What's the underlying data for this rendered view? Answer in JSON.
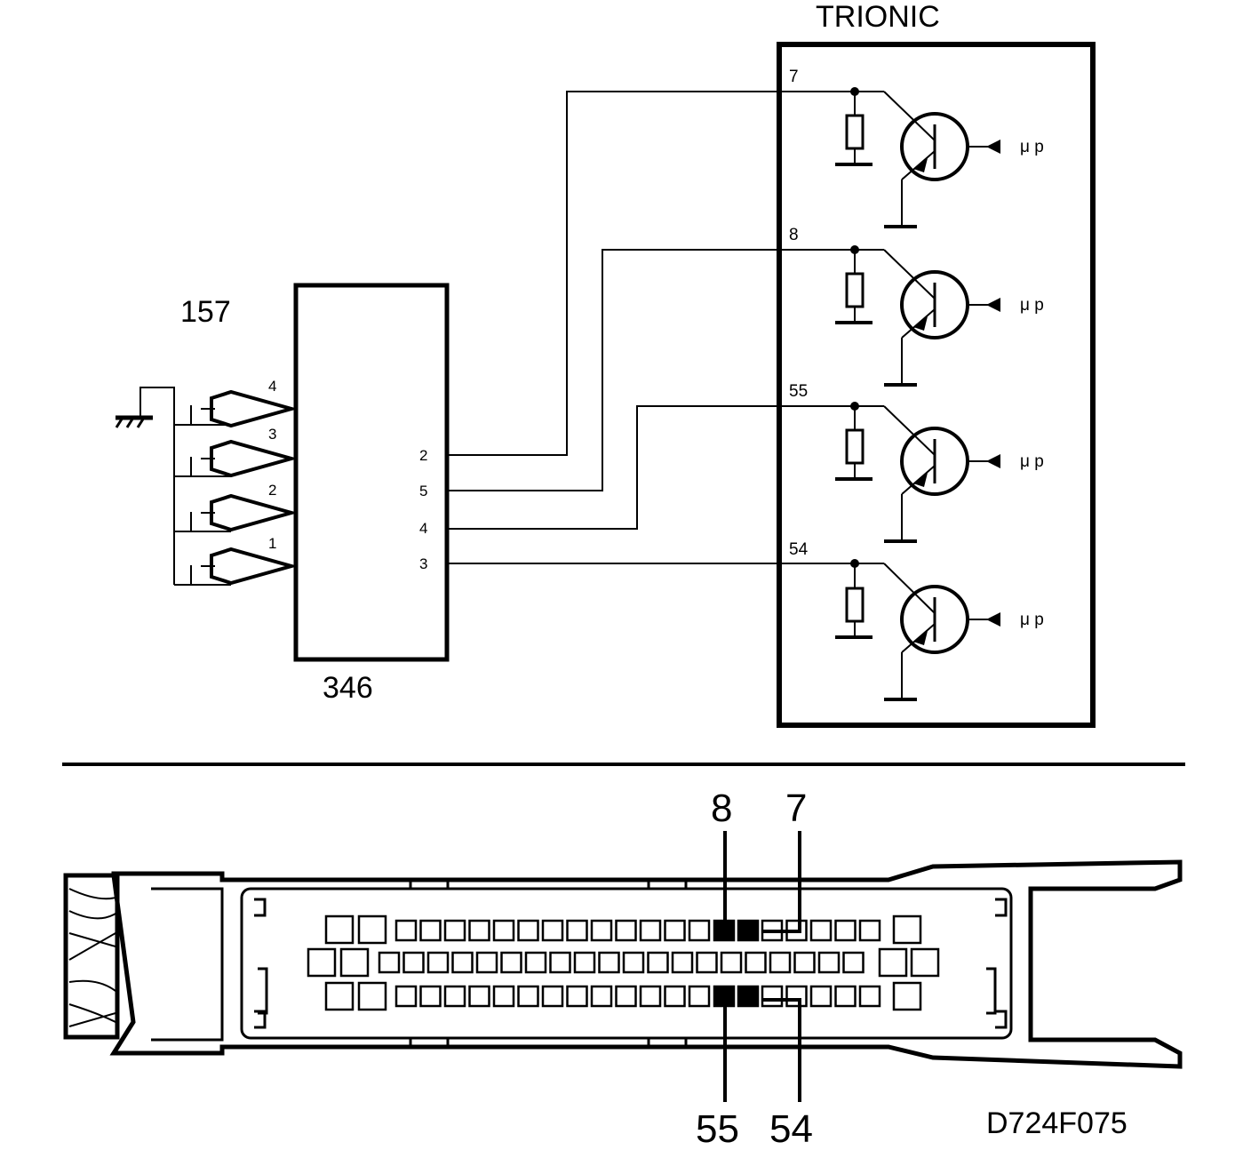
{
  "labels": {
    "ecu": "TRIONIC",
    "ignition_module": "346",
    "spark_plugs": "157",
    "figure_code": "D724F075"
  },
  "ecu_pins": [
    "7",
    "8",
    "55",
    "54"
  ],
  "processor_label": "μ p",
  "module_pins": [
    "2",
    "5",
    "4",
    "3"
  ],
  "plug_numbers": [
    "4",
    "3",
    "2",
    "1"
  ],
  "connector_callouts": {
    "top": [
      "8",
      "7"
    ],
    "bottom": [
      "55",
      "54"
    ]
  },
  "colors": {
    "ink": "#000000",
    "paper": "#ffffff"
  },
  "icons": [
    "ground-icon",
    "spark-plug-icon",
    "transistor-icon",
    "resistor-icon"
  ]
}
